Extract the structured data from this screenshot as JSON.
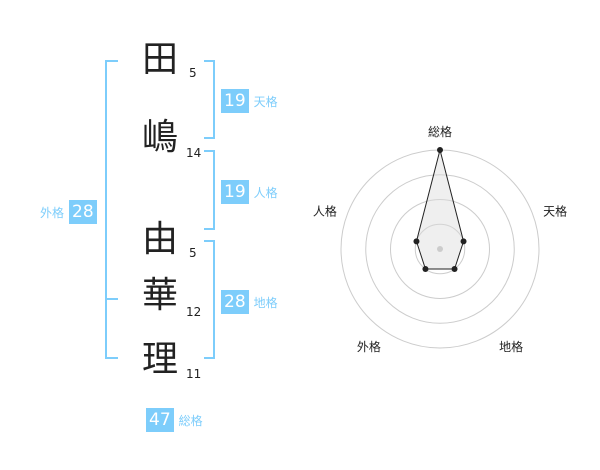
{
  "name": {
    "chars": [
      {
        "char": "田",
        "strokes": "5"
      },
      {
        "char": "嶋",
        "strokes": "14"
      },
      {
        "char": "由",
        "strokes": "5"
      },
      {
        "char": "華",
        "strokes": "12"
      },
      {
        "char": "理",
        "strokes": "11"
      }
    ]
  },
  "fortunes": {
    "tenkaku": {
      "label": "天格",
      "value": "19"
    },
    "jinkaku": {
      "label": "人格",
      "value": "19"
    },
    "chikaku": {
      "label": "地格",
      "value": "28"
    },
    "gaikaku": {
      "label": "外格",
      "value": "28"
    },
    "soukaku": {
      "label": "総格",
      "value": "47"
    }
  },
  "radar": {
    "axes": [
      "総格",
      "天格",
      "地格",
      "外格",
      "人格"
    ],
    "levels": [
      4,
      1,
      1,
      1,
      1
    ],
    "max_level": 4
  },
  "colors": {
    "accent": "#7dcdfb",
    "text": "#222222",
    "ring": "#cccccc"
  }
}
